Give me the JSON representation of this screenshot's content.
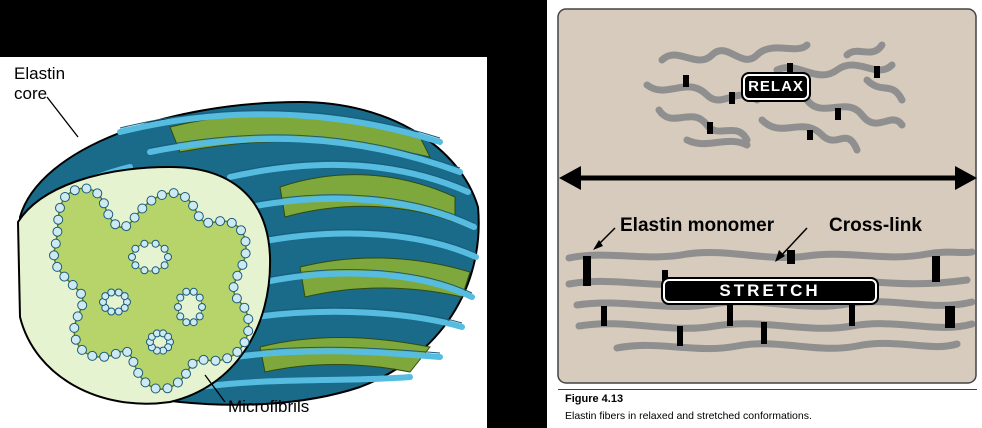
{
  "left": {
    "label_core_line1": "Elastin",
    "label_core_line2": "core",
    "label_microfibrils": "Microfibrils",
    "colors": {
      "core": "#b6d46a",
      "fibril": "#57bde0",
      "fibril_outline": "#1a5c7a",
      "green_fibril": "#7ea83c"
    }
  },
  "right": {
    "relax_label": "RELAX",
    "stretch_label": "STRETCH",
    "label_monomer": "Elastin monomer",
    "label_crosslink": "Cross-link",
    "figure_title": "Figure 4.13",
    "figure_caption": "Elastin fibers in relaxed and stretched conformations.",
    "colors": {
      "panel_bg": "#d6cbbd",
      "chain": "#8f8f8f",
      "crosslink": "#000000"
    }
  }
}
